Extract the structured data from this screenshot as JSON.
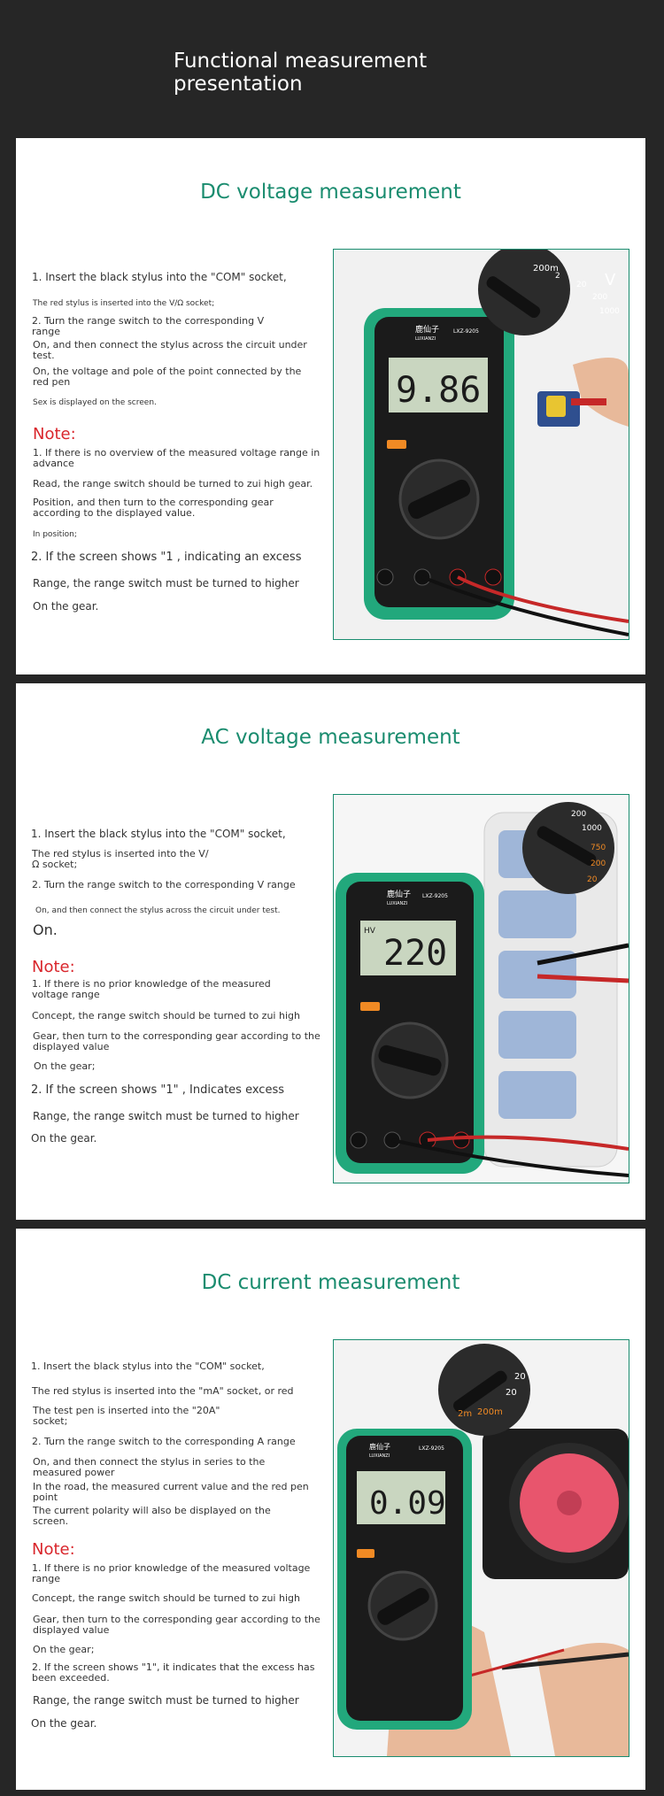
{
  "header": {
    "title_line1": "Functional measurement",
    "title_line2": "presentation"
  },
  "sections": [
    {
      "title": "DC voltage measurement",
      "lines": [
        "1. Insert the black stylus into the \"COM\" socket,",
        "The red stylus is inserted into the V/Ω socket;",
        "2. Turn the range switch to the corresponding V range",
        "On, and then connect the stylus across the circuit under test.",
        "On, the voltage and pole of the point connected by the red pen",
        "Sex is displayed on the screen."
      ],
      "note_label": "Note:",
      "note_lines": [
        "1. If there is no overview of the measured voltage range in advance",
        "Read, the range switch should be turned to zui high gear.",
        "Position, and then turn to the corresponding gear according to the displayed value.",
        "In position;",
        "2. If the screen shows \"1 , indicating an excess",
        "Range, the range switch must be turned to higher",
        "On the gear."
      ],
      "meter": {
        "brand": "鹿仙子",
        "brand_en": "LUXIANZI",
        "model": "LXZ-9205",
        "display": "9.86",
        "display_label": "",
        "dial_labels": [
          "200m",
          "2",
          "20",
          "200",
          "1000"
        ],
        "dial_unit": "V"
      }
    },
    {
      "title": "AC voltage measurement",
      "lines": [
        "1. Insert the black stylus into the \"COM\" socket,",
        "The red stylus is inserted into the V/",
        "Ω socket;",
        "2. Turn the range switch to the corresponding V range",
        "On, and then connect the stylus across the circuit under test.",
        "On."
      ],
      "note_label": "Note:",
      "note_lines": [
        "1. If there is no prior knowledge of the measured voltage range",
        "Concept, the range switch should be turned to zui high",
        "Gear, then turn to the corresponding gear according to the displayed value",
        "On the gear;",
        "2. If the screen shows \"1\" , Indicates excess",
        "Range, the range switch must be turned to higher",
        "On the gear."
      ],
      "meter": {
        "brand": "鹿仙子",
        "brand_en": "LUXIANZI",
        "model": "LXZ-9205",
        "display": "220",
        "display_label": "HV",
        "dial_labels": [
          "200",
          "1000",
          "750",
          "200",
          "20"
        ],
        "dial_unit": ""
      }
    },
    {
      "title": "DC current measurement",
      "lines": [
        "1. Insert the black stylus into the \"COM\" socket,",
        "The red stylus is inserted into the \"mA\" socket, or red",
        "The test pen is inserted into the \"20A\"",
        "socket;",
        "2. Turn the range switch to the corresponding A range",
        "On, and then connect the stylus in series to the measured power",
        "In the road, the measured current value and the red pen point",
        "The current polarity will also be displayed on the screen."
      ],
      "note_label": "Note:",
      "note_lines": [
        "1. If there is no prior knowledge of the measured voltage range",
        "Concept, the range switch should be turned to zui high",
        "Gear, then turn to the corresponding gear according to the displayed value",
        "On the gear;",
        "2. If the screen shows \"1\", it indicates that the excess has been exceeded.",
        "Range, the range switch must be turned to higher",
        "On the gear."
      ],
      "meter": {
        "brand": "鹿仙子",
        "brand_en": "LUXIANZI",
        "model": "LXZ-9205",
        "display": "0.09",
        "display_label": "",
        "dial_labels": [
          "20",
          "20",
          "2m",
          "200m"
        ],
        "dial_unit": ""
      }
    }
  ],
  "colors": {
    "accent_green": "#1a8c6f",
    "note_red": "#d9262c",
    "meter_green": "#22a87c",
    "background": "#262626"
  }
}
